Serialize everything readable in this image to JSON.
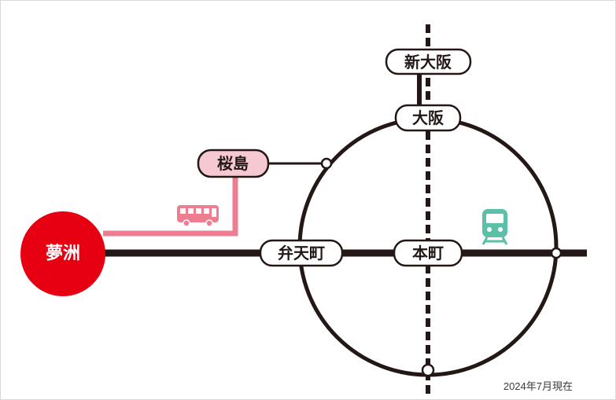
{
  "stations": {
    "destination": "夢洲",
    "sakurajima": "桜島",
    "bentencho": "弁天町",
    "hommachi": "本町",
    "osaka": "大阪",
    "shin_osaka": "新大阪"
  },
  "icons": {
    "bus": "bus-icon",
    "train": "train-icon"
  },
  "colors": {
    "destination": "#e60012",
    "bus_route": "#ef7d92",
    "sakurajima_fill": "#f6c9d2",
    "line": "#231815",
    "train_icon": "#5cbfa8"
  },
  "caption": "2024年7月現在"
}
